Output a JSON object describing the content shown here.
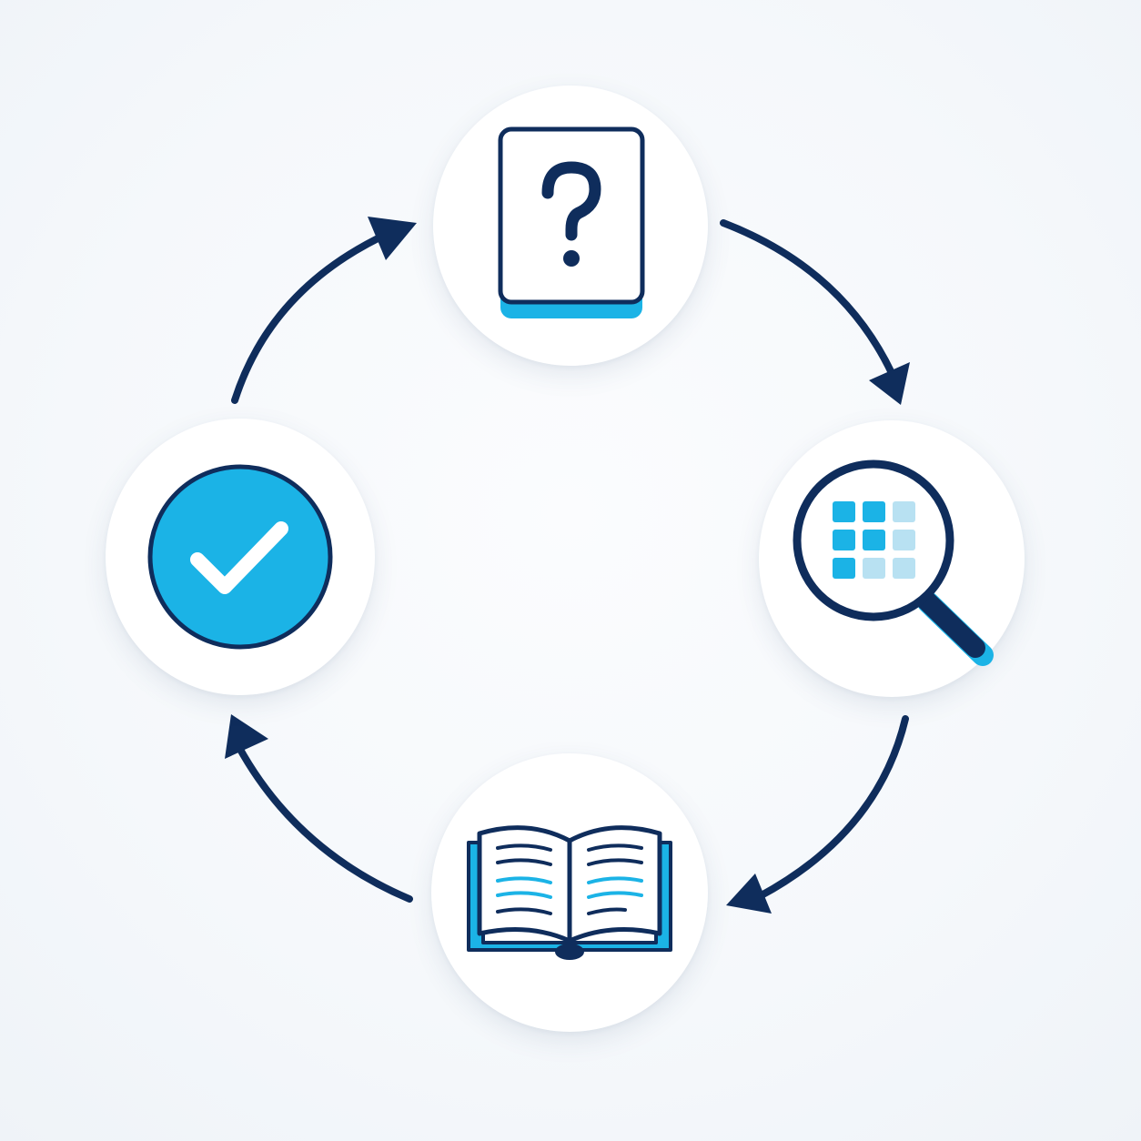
{
  "diagram": {
    "type": "cycle",
    "direction": "clockwise",
    "steps": [
      {
        "id": "top",
        "icon": "question-card-icon"
      },
      {
        "id": "right",
        "icon": "magnifier-grid-icon"
      },
      {
        "id": "bottom",
        "icon": "open-book-icon"
      },
      {
        "id": "left",
        "icon": "checkmark-circle-icon"
      }
    ],
    "connections": [
      {
        "from": "top",
        "to": "right"
      },
      {
        "from": "right",
        "to": "bottom"
      },
      {
        "from": "bottom",
        "to": "left"
      },
      {
        "from": "left",
        "to": "top"
      }
    ]
  },
  "colors": {
    "navy": "#0f2d5c",
    "accent": "#1bb3e6",
    "accent_light": "#b8e1f2",
    "node_fill": "#ffffff",
    "background": "#f5f8fb"
  }
}
